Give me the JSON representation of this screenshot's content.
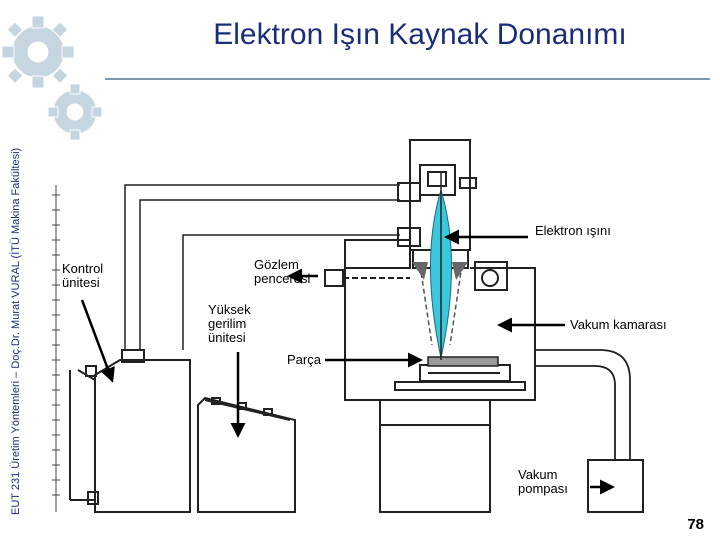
{
  "title": "Elektron Işın Kaynak Donanımı",
  "side_text": "EUT 231 Üretim Yöntemleri – Doç.Dr. Murat VURAL (İTÜ Makina Fakültesi)",
  "page_number": "78",
  "labels": {
    "electron_beam": "Elektron ışını",
    "control_unit_1": "Kontrol",
    "control_unit_2": "ünitesi",
    "observation_window_1": "Gözlem",
    "observation_window_2": "penceresi",
    "high_voltage_1": "Yüksek",
    "high_voltage_2": "gerilim",
    "high_voltage_3": "ünitesi",
    "vacuum_chamber": "Vakum kamarası",
    "workpiece": "Parça",
    "vacuum_pump_1": "Vakum",
    "vacuum_pump_2": "pompası"
  },
  "colors": {
    "title": "#1a2e7a",
    "beam": "#3cc8dc",
    "gear": "#b8ccd8"
  }
}
